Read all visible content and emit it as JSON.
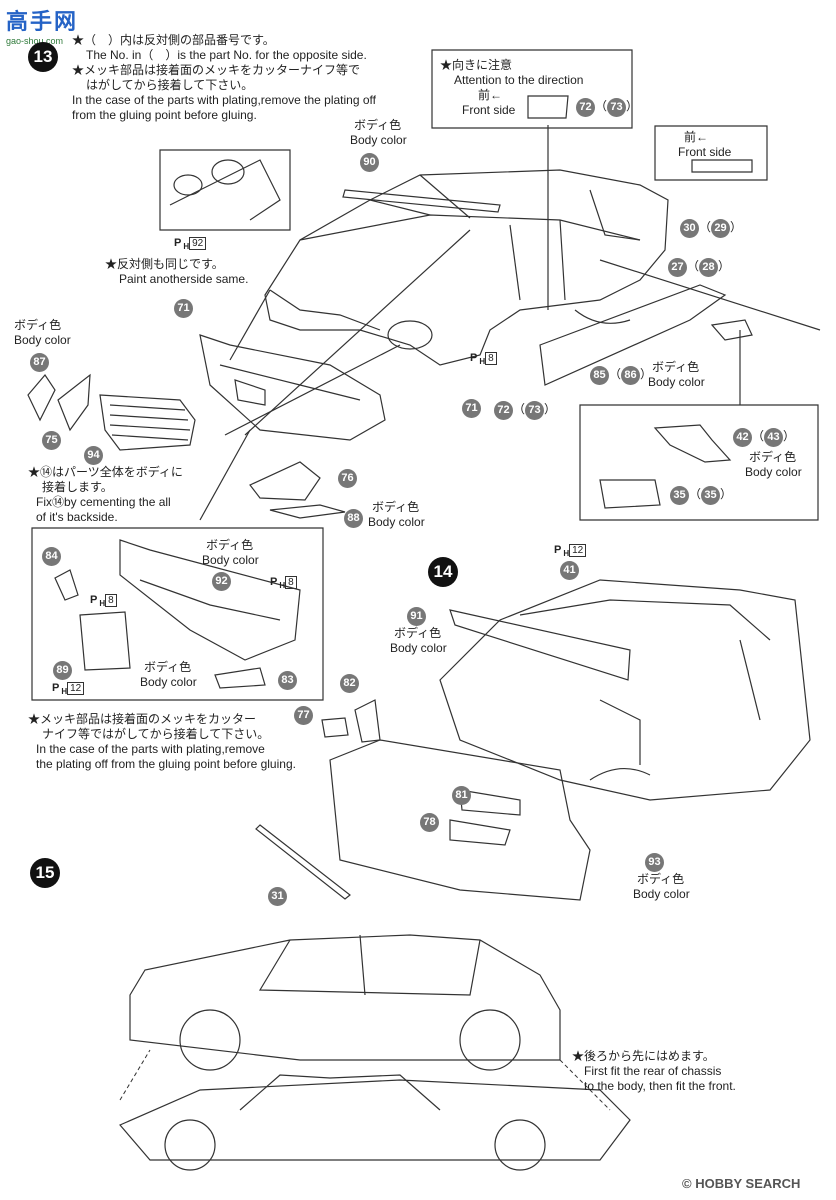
{
  "watermark_top": {
    "logo": "高手网",
    "url": "gao-shou.com"
  },
  "step13": {
    "number": "13",
    "note_jp1": "★（　）内は反対側の部品番号です。",
    "note_en1": "The No. in（　）is the part No. for the opposite side.",
    "note_jp2": "★メッキ部品は接着面のメッキをカッターナイフ等で",
    "note_jp3": "はがしてから接着して下さい。",
    "note_en2": "In the case of the parts with plating,remove the plating off",
    "note_en3": "from the gluing point before gluing.",
    "paint_same_jp": "★反対側も同じです。",
    "paint_same_en": "Paint anotherside same.",
    "cement_jp1": "★⑭はパーツ全体をボディに",
    "cement_jp2": "接着します。",
    "cement_en1": "Fix⑭by cementing the all",
    "cement_en2": "of it's backside."
  },
  "direction_box": {
    "jp": "★向きに注意",
    "en": "Attention to the direction",
    "front_jp": "前←",
    "front_en": "Front side",
    "part": "72",
    "part_opp": "73"
  },
  "direction_box2": {
    "front_jp": "前←",
    "front_en": "Front side"
  },
  "body_color": {
    "jp": "ボディ色",
    "en": "Body color"
  },
  "ph_labels": {
    "ph8": "8",
    "ph12": "12",
    "ph92": "92",
    "prefix": "P",
    "sub": "H"
  },
  "parts": {
    "p90": "90",
    "p71": "71",
    "p87": "87",
    "p75": "75",
    "p94": "94",
    "p76": "76",
    "p88": "88",
    "p72": "72",
    "p73": "73",
    "p85": "85",
    "p86": "86",
    "p30": "30",
    "p29": "29",
    "p27": "27",
    "p28": "28",
    "p42": "42",
    "p43": "43",
    "p35": "35",
    "p84": "84",
    "p92": "92",
    "p89": "89",
    "p83": "83",
    "p41": "41",
    "p91": "91",
    "p82": "82",
    "p77": "77",
    "p81": "81",
    "p78": "78",
    "p31": "31",
    "p93": "93"
  },
  "step14": {
    "number": "14",
    "plating_jp1": "★メッキ部品は接着面のメッキをカッター",
    "plating_jp2": "ナイフ等ではがしてから接着して下さい。",
    "plating_en1": "In the case of the parts with plating,remove",
    "plating_en2": "the plating off from the gluing point before gluing."
  },
  "step15": {
    "number": "15",
    "fit_jp": "★後ろから先にはめます。",
    "fit_en1": "First fit the rear of chassis",
    "fit_en2": "to the body, then fit the front."
  },
  "footer": {
    "copyright": "©",
    "brand": "HOBBY SEARCH"
  }
}
